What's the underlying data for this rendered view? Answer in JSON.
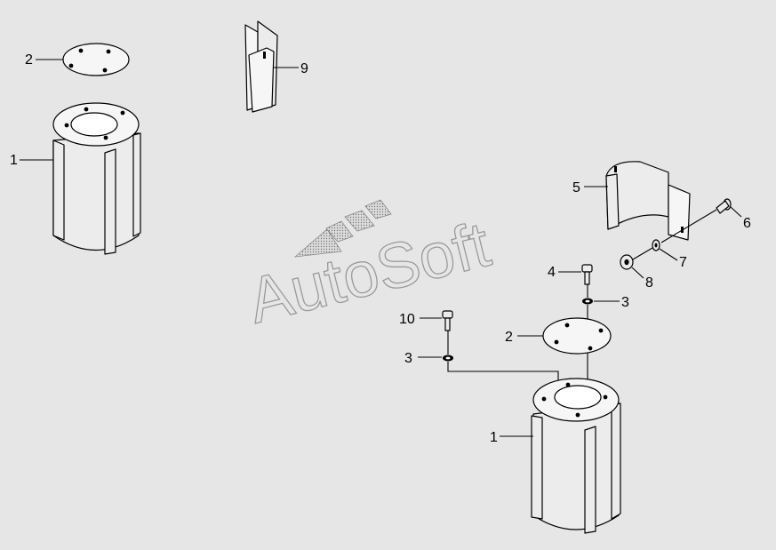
{
  "callouts": {
    "c1_top": "1",
    "c2_top": "2",
    "c9": "9",
    "c5": "5",
    "c6": "6",
    "c7": "7",
    "c8": "8",
    "c4": "4",
    "c3_right": "3",
    "c10": "10",
    "c3_left": "3",
    "c2_mid": "2",
    "c1_bottom": "1"
  },
  "watermark": {
    "text": "AutoSoft"
  }
}
